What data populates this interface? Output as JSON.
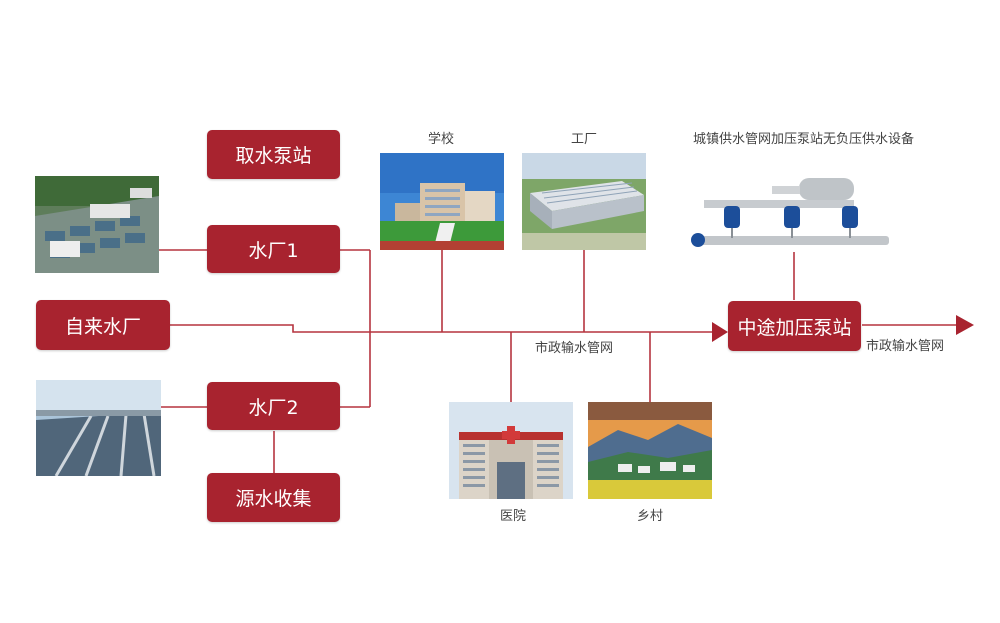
{
  "nodes": {
    "qushui": "取水泵站",
    "shuichang1": "水厂1",
    "zilaishui": "自来水厂",
    "shuichang2": "水厂2",
    "yuanshui": "源水收集",
    "zhongtu": "中途加压泵站"
  },
  "captions": {
    "school": "学校",
    "factory": "工厂",
    "equipment": "城镇供水管网加压泵站无负压供水设备",
    "pipe_center": "市政输水管网",
    "pipe_right": "市政输水管网",
    "hospital": "医院",
    "village": "乡村"
  },
  "colors": {
    "accent": "#a8232f",
    "line": "#b5343f"
  },
  "icons": {
    "flow_arrow": "arrow-right-icon"
  }
}
